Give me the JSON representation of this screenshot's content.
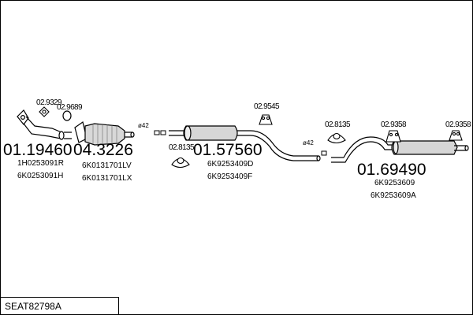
{
  "title": "SEAT82798A",
  "parts": [
    {
      "number": "01.19460",
      "refs": [
        "1H0253091R",
        "6K0253091H"
      ]
    },
    {
      "number": "04.3226",
      "refs": [
        "6K0131701LV",
        "6K0131701LX"
      ]
    },
    {
      "number": "01.57560",
      "refs": [
        "6K9253409D",
        "6K9253409F"
      ]
    },
    {
      "number": "01.69490",
      "refs": [
        "6K9253609",
        "6K9253609A"
      ]
    }
  ],
  "accessories": [
    "02.9329",
    "02.9689",
    "02.8135",
    "02.9545",
    "02.8135",
    "02.9358",
    "02.9358"
  ],
  "diameters": [
    "ø42",
    "ø42"
  ]
}
